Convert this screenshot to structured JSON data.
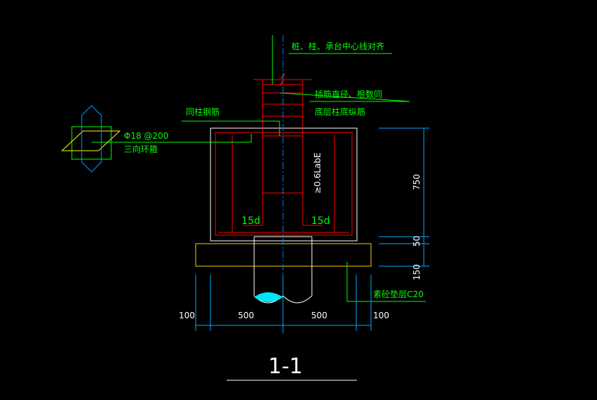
{
  "labels": {
    "center_align": "桩、柱、承台中心线对齐",
    "dowel_line1": "插筋直径、根数同",
    "dowel_line2": "底层柱底纵筋",
    "same_column": "同柱钢筋",
    "stirrup_line1": "Φ18 @200",
    "stirrup_line2": "三向环箍",
    "anchor": "≥0.6LabE",
    "hook_left": "15d",
    "hook_right": "15d",
    "cushion": "素砼垫层C20",
    "section_title": "1-1"
  },
  "dimensions": {
    "bottom": [
      "100",
      "500",
      "500",
      "100"
    ],
    "right": [
      "750",
      "50",
      "150"
    ]
  },
  "colors": {
    "background": "#000000",
    "rebar": "#ff0000",
    "outline": "#ffffff",
    "leader": "#00ff00",
    "dimension": "#00aaff",
    "cushion": "#ffcc00",
    "pile_tip": "#00e5ff",
    "symbol": "#ffff00"
  }
}
